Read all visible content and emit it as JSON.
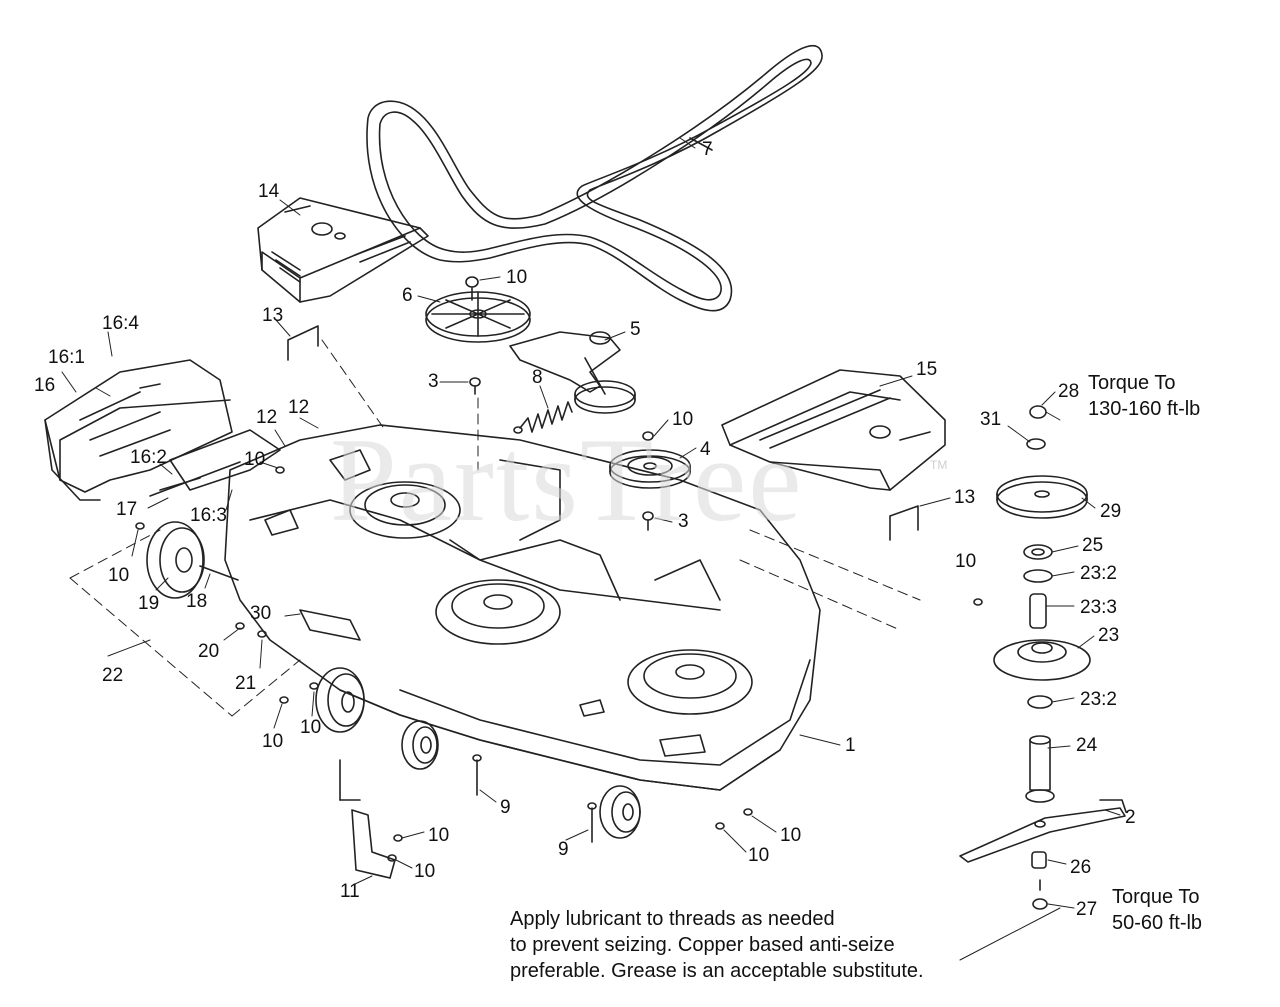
{
  "watermark": "PartsTree",
  "watermark_mark": "TM",
  "callouts": [
    {
      "id": "c7",
      "label": "7"
    },
    {
      "id": "c14",
      "label": "14"
    },
    {
      "id": "c10a",
      "label": "10"
    },
    {
      "id": "c6",
      "label": "6"
    },
    {
      "id": "c5",
      "label": "5"
    },
    {
      "id": "c13a",
      "label": "13"
    },
    {
      "id": "c16_4",
      "label": "16:4"
    },
    {
      "id": "c16_1",
      "label": "16:1"
    },
    {
      "id": "c16",
      "label": "16"
    },
    {
      "id": "c3a",
      "label": "3"
    },
    {
      "id": "c8",
      "label": "8"
    },
    {
      "id": "c15",
      "label": "15"
    },
    {
      "id": "c28",
      "label": "28"
    },
    {
      "id": "c31",
      "label": "31"
    },
    {
      "id": "c12a",
      "label": "12"
    },
    {
      "id": "c12b",
      "label": "12"
    },
    {
      "id": "c10b",
      "label": "10"
    },
    {
      "id": "c4",
      "label": "4"
    },
    {
      "id": "c16_2",
      "label": "16:2"
    },
    {
      "id": "c10c",
      "label": "10"
    },
    {
      "id": "c16_3",
      "label": "16:3"
    },
    {
      "id": "c17",
      "label": "17"
    },
    {
      "id": "c13b",
      "label": "13"
    },
    {
      "id": "c3b",
      "label": "3"
    },
    {
      "id": "c29",
      "label": "29"
    },
    {
      "id": "c10d",
      "label": "10"
    },
    {
      "id": "c25",
      "label": "25"
    },
    {
      "id": "c10e",
      "label": "10"
    },
    {
      "id": "c19",
      "label": "19"
    },
    {
      "id": "c18",
      "label": "18"
    },
    {
      "id": "c10f",
      "label": "10"
    },
    {
      "id": "c23_2a",
      "label": "23:2"
    },
    {
      "id": "c30",
      "label": "30"
    },
    {
      "id": "c23_3",
      "label": "23:3"
    },
    {
      "id": "c23",
      "label": "23"
    },
    {
      "id": "c20",
      "label": "20"
    },
    {
      "id": "c22",
      "label": "22"
    },
    {
      "id": "c21",
      "label": "21"
    },
    {
      "id": "c23_2b",
      "label": "23:2"
    },
    {
      "id": "c10g",
      "label": "10"
    },
    {
      "id": "c10h",
      "label": "10"
    },
    {
      "id": "c24",
      "label": "24"
    },
    {
      "id": "c1",
      "label": "1"
    },
    {
      "id": "c9a",
      "label": "9"
    },
    {
      "id": "c2",
      "label": "2"
    },
    {
      "id": "c10i",
      "label": "10"
    },
    {
      "id": "c10j",
      "label": "10"
    },
    {
      "id": "c9b",
      "label": "9"
    },
    {
      "id": "c10k",
      "label": "10"
    },
    {
      "id": "c10l",
      "label": "10"
    },
    {
      "id": "c26",
      "label": "26"
    },
    {
      "id": "c11",
      "label": "11"
    },
    {
      "id": "c27",
      "label": "27"
    }
  ],
  "torque_notes": {
    "upper": {
      "line1": "Torque To",
      "line2": "130-160 ft-lb"
    },
    "lower": {
      "line1": "Torque To",
      "line2": "50-60 ft-lb"
    }
  },
  "lubricant_note": {
    "line1": "Apply lubricant to threads as needed",
    "line2": "to prevent seizing. Copper based anti-seize",
    "line3": "preferable. Grease is an acceptable substitute."
  }
}
